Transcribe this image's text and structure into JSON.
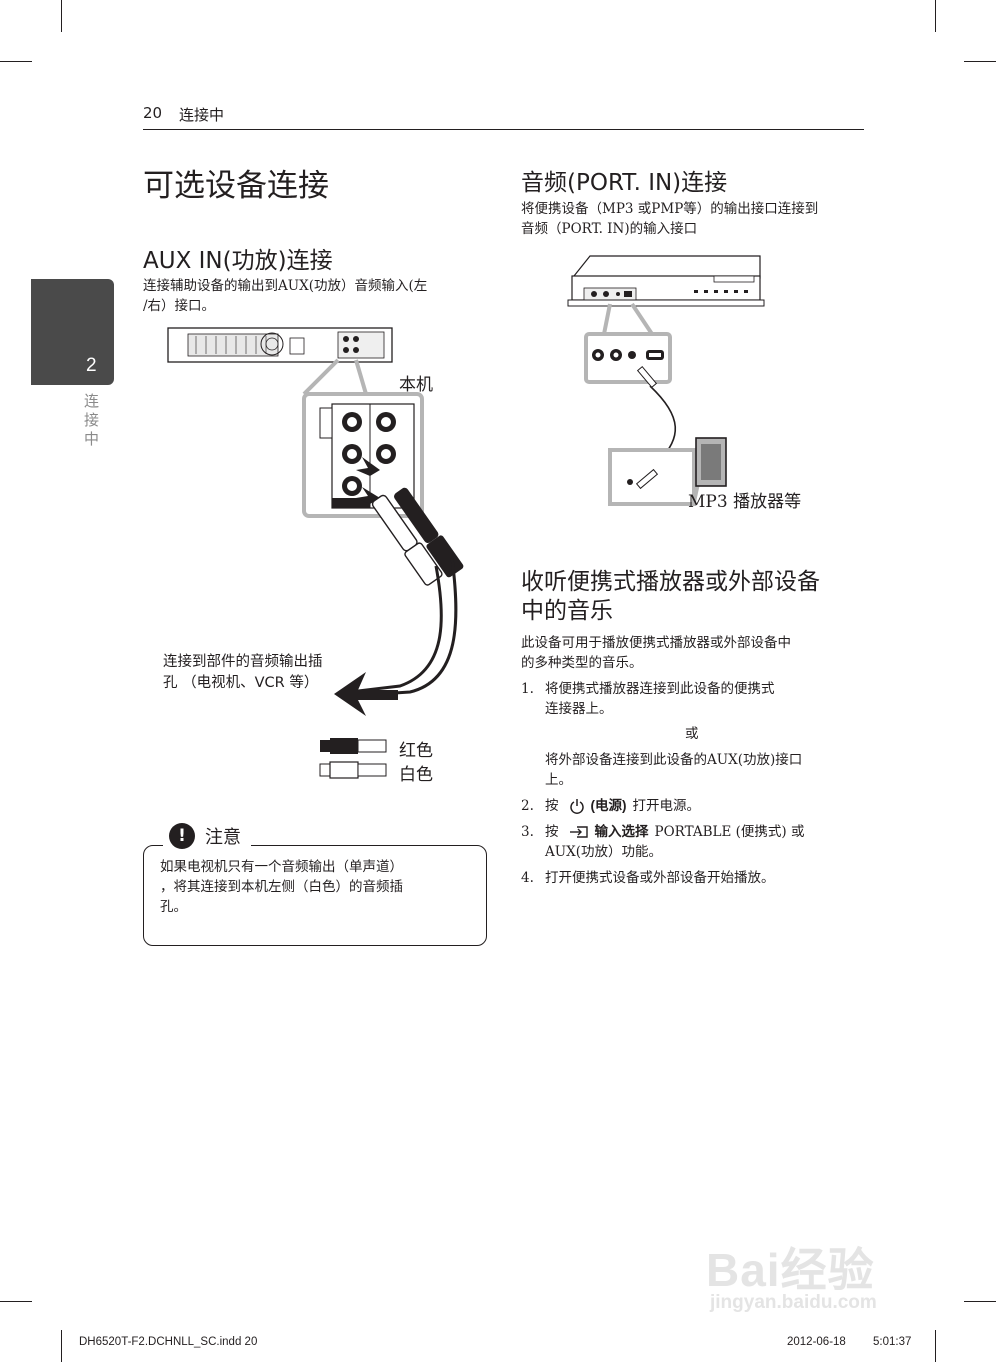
{
  "header": {
    "page_number": "20",
    "chapter": "连接中"
  },
  "side_tab": {
    "number": "2",
    "label": "连接中"
  },
  "main_title": "可选设备连接",
  "aux_section": {
    "title": "AUX IN(功放)连接",
    "body_line1": "连接辅助设备的输出到AUX(功放）音频输入(左",
    "body_line2": "/右）接口。",
    "label_unit": "本机",
    "label_connect_line1": "连接到部件的音频输出插",
    "label_connect_line2": "孔 （电视机、VCR 等）",
    "label_red": "红色",
    "label_white": "白色"
  },
  "note": {
    "title": "注意",
    "icon": "exclamation-icon",
    "line1": "如果电视机只有一个音频输出（单声道）",
    "line2": "，将其连接到本机左侧（白色）的音频插",
    "line3": "孔。"
  },
  "port_section": {
    "title": "音频(PORT. IN)连接",
    "body_line1": "将便携设备（MP3 或PMP等）的输出接口连接到",
    "body_line2": "音频（PORT. IN)的输入接口",
    "label_mp3": "MP3 播放器等"
  },
  "listen_section": {
    "title_line1": "收听便携式播放器或外部设备",
    "title_line2": "中的音乐",
    "intro_line1": "此设备可用于播放便携式播放器或外部设备中",
    "intro_line2": "的多种类型的音乐。",
    "steps": [
      {
        "num": "1.",
        "line1": "将便携式播放器连接到此设备的便携式",
        "line2": "连接器上。"
      },
      {
        "or": "或"
      },
      {
        "line1": "将外部设备连接到此设备的AUX(功放)接口",
        "line2": "上。"
      },
      {
        "num": "2.",
        "prefix": "按",
        "key": "(电源)",
        "suffix": "打开电源。",
        "icon": "power-icon"
      },
      {
        "num": "3.",
        "prefix": "按",
        "key": "输入选择",
        "suffix": "PORTABLE (便携式)  或",
        "line2": "AUX(功放）功能。",
        "icon": "input-icon"
      },
      {
        "num": "4.",
        "line1": "打开便携式设备或外部设备开始播放。"
      }
    ]
  },
  "footer": {
    "file": "DH6520T-F2.DCHNLL_SC.indd   20",
    "date": "2012-06-18",
    "time": "5:01:37"
  },
  "watermark": {
    "brand": "Bai经验",
    "url": "jingyan.baidu.com"
  }
}
